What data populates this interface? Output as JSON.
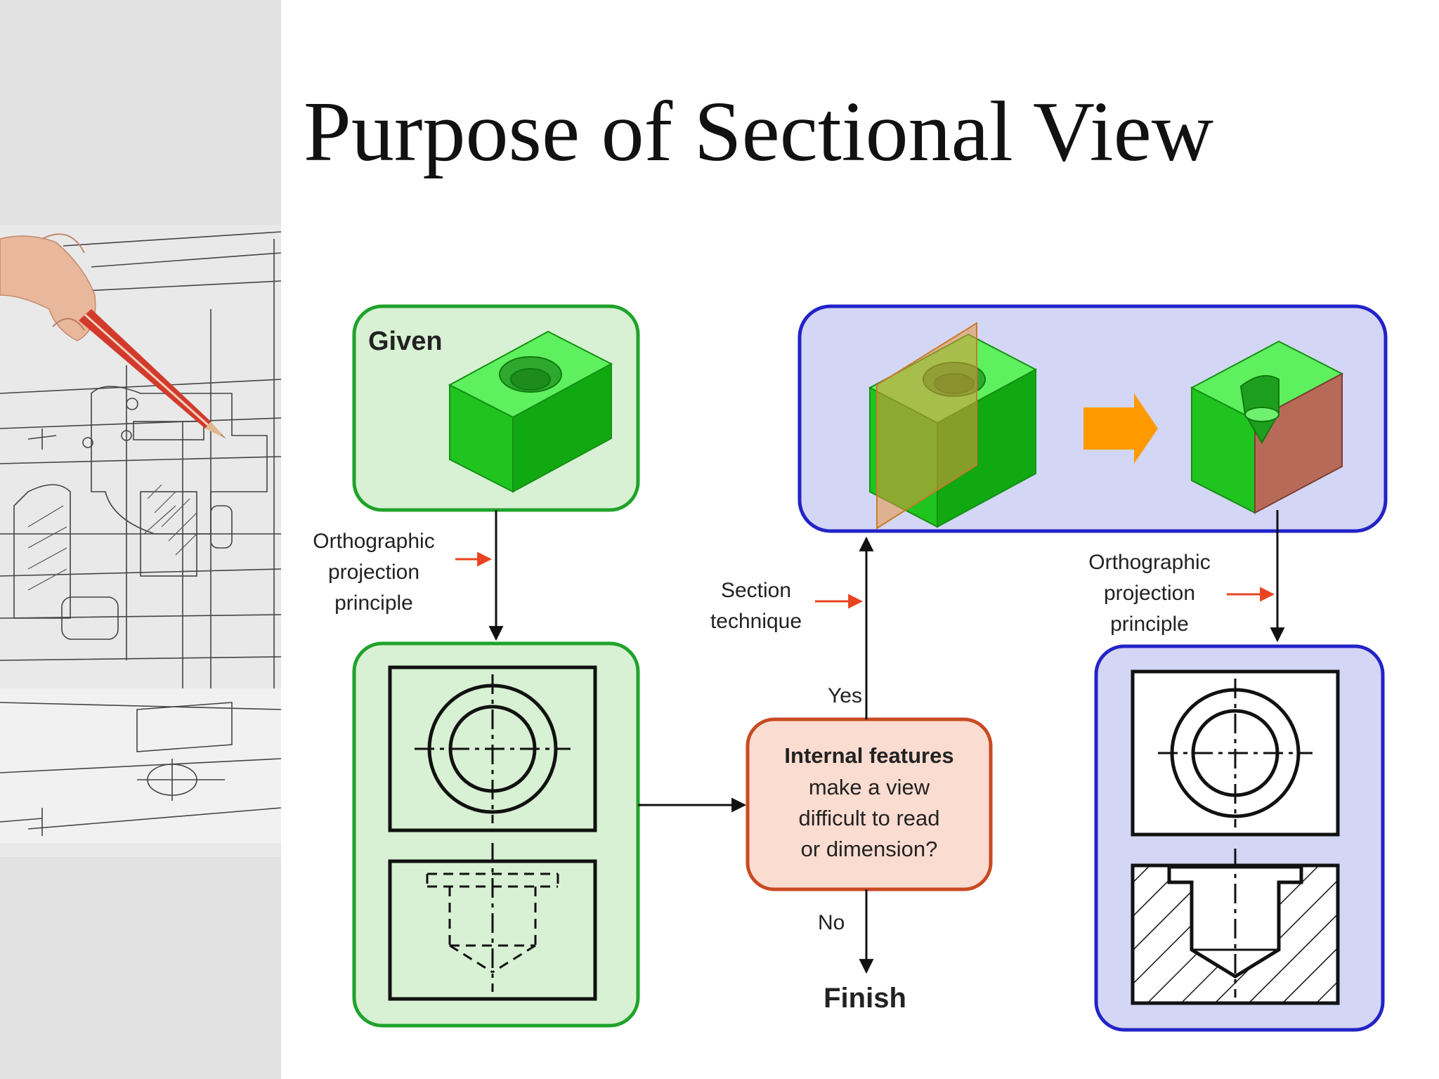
{
  "slide": {
    "title": "Purpose of Sectional View"
  },
  "flowchart": {
    "given_label": "Given",
    "ortho_left": [
      "Orthographic",
      "projection",
      "principle"
    ],
    "section": [
      "Section",
      "technique"
    ],
    "ortho_right": [
      "Orthographic",
      "projection",
      "principle"
    ],
    "yes_label": "Yes",
    "no_label": "No",
    "decision_title": "Internal features",
    "decision_lines": [
      "make a view",
      "difficult to read",
      "or dimension?"
    ],
    "finish_label": "Finish"
  },
  "colors": {
    "green_box_fill": "#d8f0d3",
    "green_box_stroke": "#1fa32a",
    "blue_box_fill": "#d4d6f5",
    "blue_box_stroke": "#2323c8",
    "decision_fill": "#fbdcd0",
    "decision_stroke": "#c84a22",
    "arrow_red": "#e84422",
    "block_green": "#22cc22",
    "section_red": "#b86a58",
    "arrow_orange": "#ff9a00"
  }
}
